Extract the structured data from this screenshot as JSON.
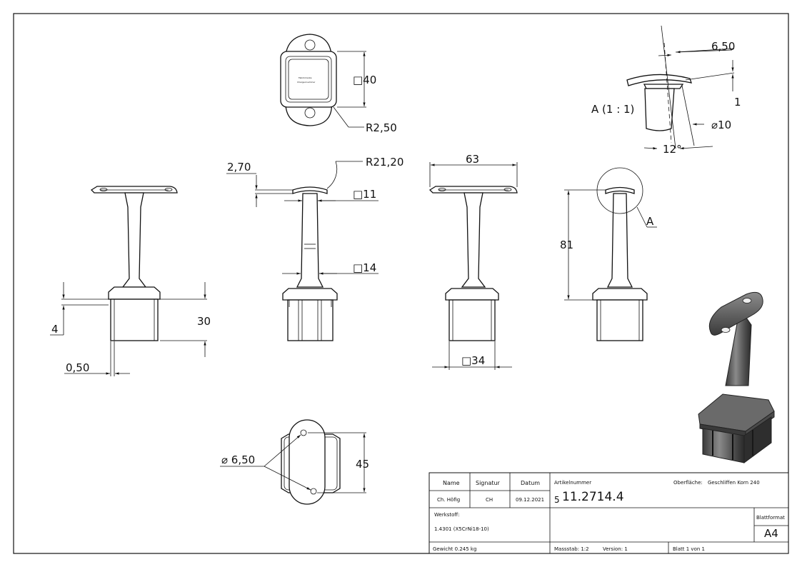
{
  "dimensions": {
    "sq40": "□40",
    "r250": "R2,50",
    "d270": "2,70",
    "r2120": "R21,20",
    "sq11": "□11",
    "sq14": "□14",
    "d63": "63",
    "d81": "81",
    "sq34": "□34",
    "d4": "4",
    "d30": "30",
    "d050": "0,50",
    "dia650": "⌀ 6,50",
    "d45": "45",
    "d650": "6,50",
    "d1": "1",
    "dia10": "⌀10",
    "ang12": "12°",
    "detail_label": "A (1 : 1)",
    "detail_marker": "A"
  },
  "title_block": {
    "name_header": "Name",
    "signatur_header": "Signatur",
    "datum_header": "Datum",
    "name_value": "Ch. Höfig",
    "signatur_value": "CH",
    "datum_value": "09.12.2021",
    "artikel_label": "Artikelnummer",
    "artikel_prefix": "5",
    "artikel_value": "11.2714.4",
    "oberflaeche_label": "Oberfläche:",
    "oberflaeche_value": "Geschliffen Korn 240",
    "werkstoff_label": "Werkstoff:",
    "werkstoff_value": "1.4301 (X5CrNi18-10)",
    "blattformat_label": "Blattformat",
    "blattformat_value": "A4",
    "gewicht": "Gewicht 0.245 kg",
    "massstab": "Massstab: 1:2",
    "version": "Version: 1",
    "blatt": "Blatt 1 von 1"
  }
}
